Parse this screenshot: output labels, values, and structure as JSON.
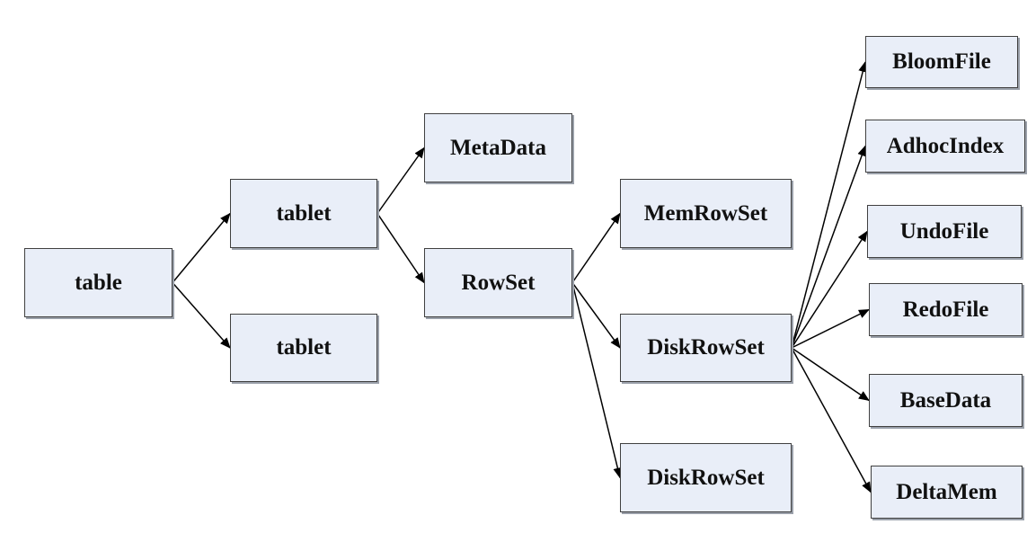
{
  "nodes": {
    "table": "table",
    "tablet_1": "tablet",
    "tablet_2": "tablet",
    "metadata": "MetaData",
    "rowset": "RowSet",
    "memrowset": "MemRowSet",
    "diskrowset_1": "DiskRowSet",
    "diskrowset_2": "DiskRowSet",
    "bloomfile": "BloomFile",
    "adhocindex": "AdhocIndex",
    "undofile": "UndoFile",
    "redofile": "RedoFile",
    "basedata": "BaseData",
    "deltamem": "DeltaMem"
  },
  "edges": [
    [
      "table",
      "tablet_1"
    ],
    [
      "table",
      "tablet_2"
    ],
    [
      "tablet_1",
      "metadata"
    ],
    [
      "tablet_1",
      "rowset"
    ],
    [
      "rowset",
      "memrowset"
    ],
    [
      "rowset",
      "diskrowset_1"
    ],
    [
      "rowset",
      "diskrowset_2"
    ],
    [
      "diskrowset_1",
      "bloomfile"
    ],
    [
      "diskrowset_1",
      "adhocindex"
    ],
    [
      "diskrowset_1",
      "undofile"
    ],
    [
      "diskrowset_1",
      "redofile"
    ],
    [
      "diskrowset_1",
      "basedata"
    ],
    [
      "diskrowset_1",
      "deltamem"
    ]
  ],
  "colors": {
    "box_fill": "#e9eef8",
    "box_border": "#404040",
    "edge": "#000000"
  }
}
